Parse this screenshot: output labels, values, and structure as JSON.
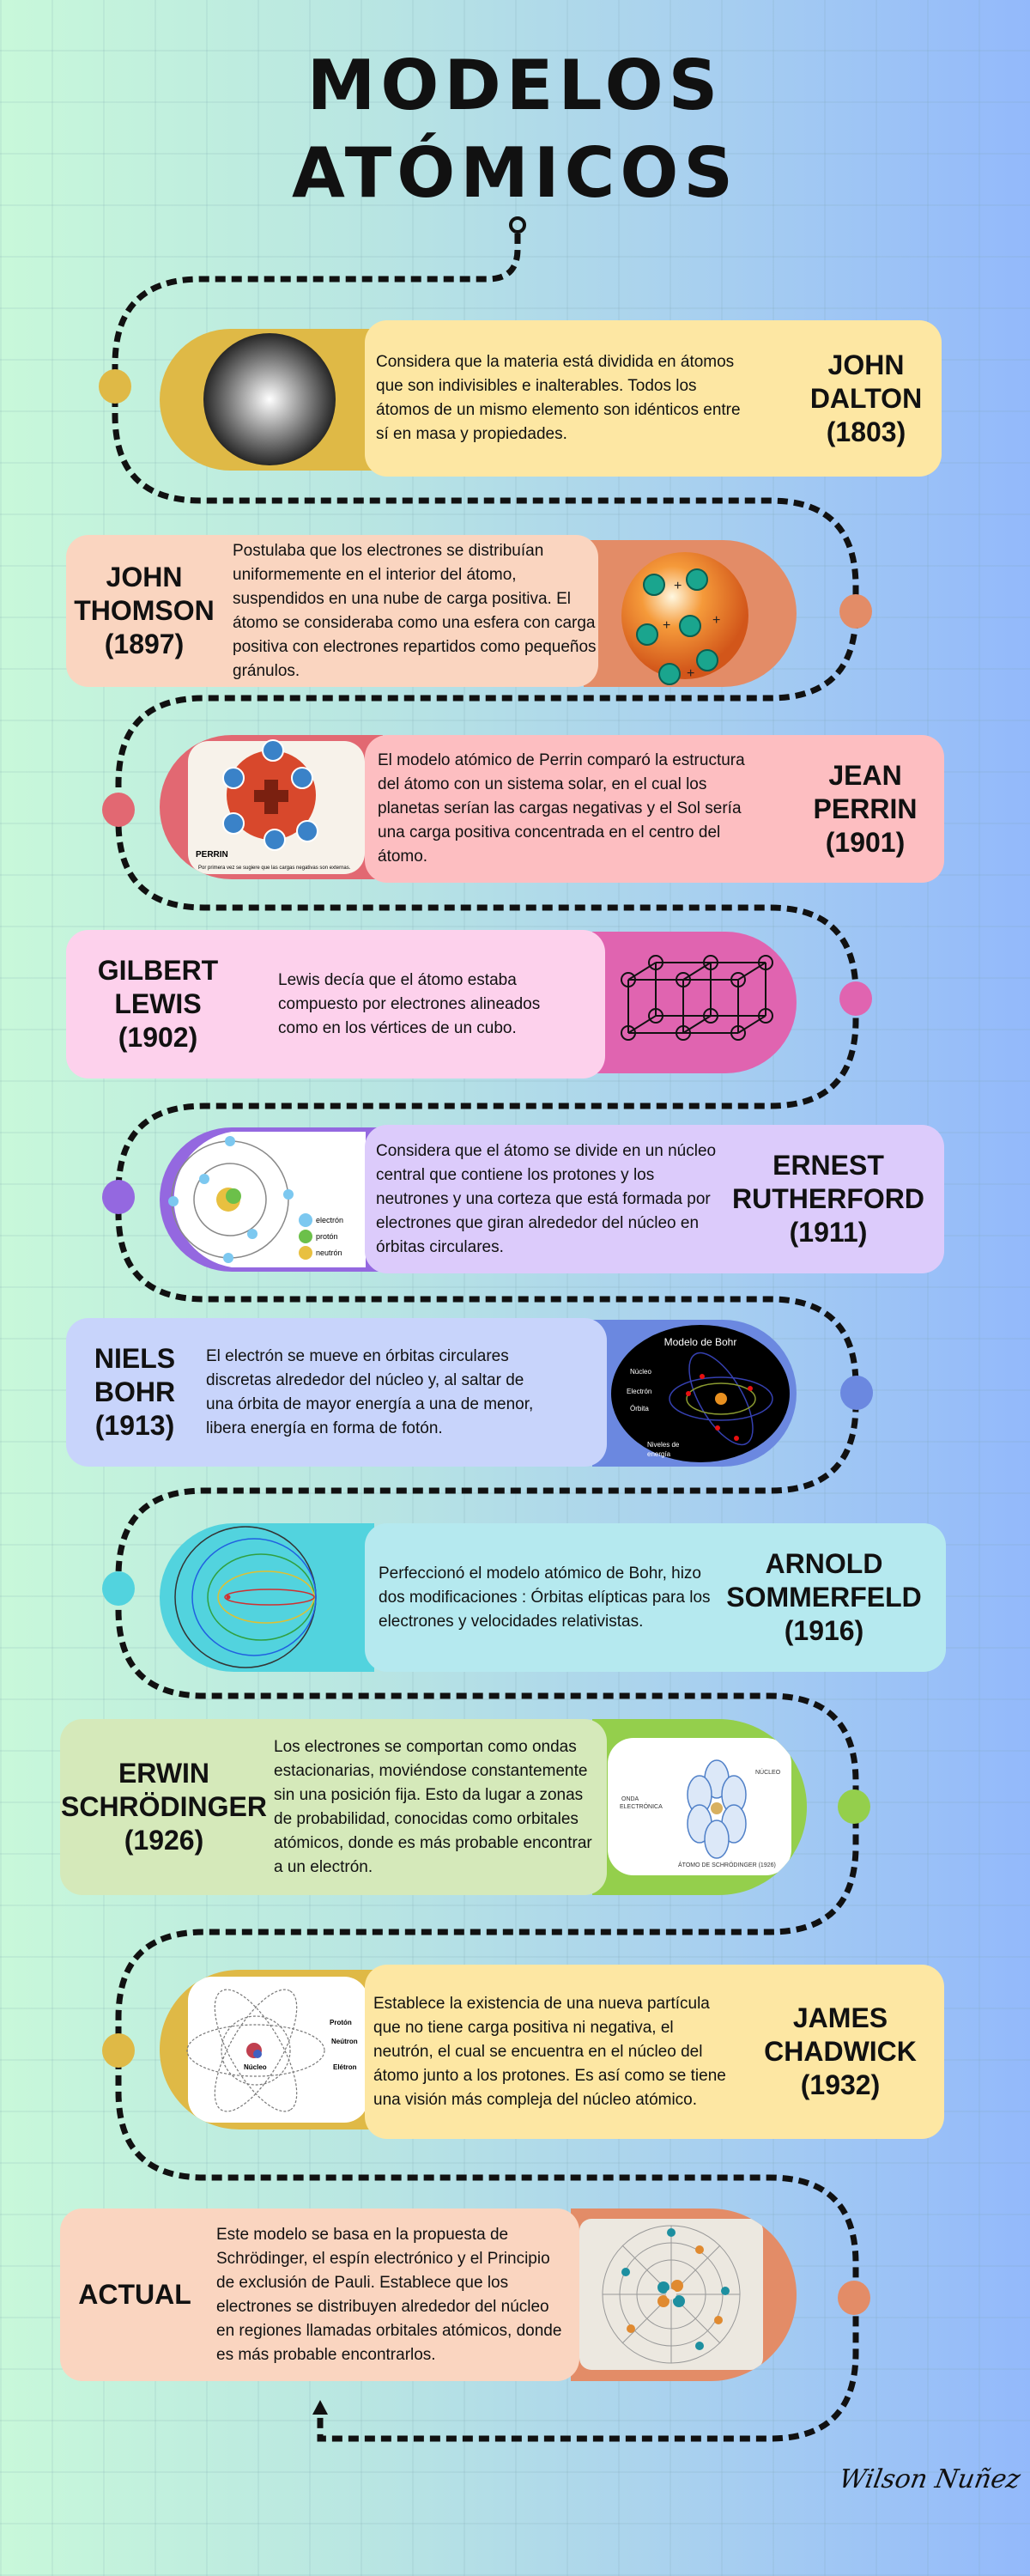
{
  "title": {
    "line1": "MODELOS",
    "line2": "ATÓMICOS"
  },
  "colors": {
    "dalton": "#dfb946",
    "thomson": "#e38c67",
    "perrin": "#e26872",
    "lewis": "#e064b0",
    "rutherford": "#9468e0",
    "bohr": "#6b88e0",
    "sommerfeld": "#52d3de",
    "schrodinger": "#94cf4c",
    "chadwick": "#dfb946",
    "actual": "#e38c67"
  },
  "models": [
    {
      "name1": "JOHN",
      "name2": "DALTON",
      "year": "(1803)",
      "text": "Considera que la materia está dividida en átomos que son indivisibles e inalterables. Todos los átomos de un mismo elemento son idénticos entre sí en masa y propiedades.",
      "image_icon": "solid-sphere-icon"
    },
    {
      "name1": "JOHN",
      "name2": "THOMSON",
      "year": "(1897)",
      "text": "Postulaba que los electrones se distribuían uniformemente en el interior del átomo, suspendidos en una nube de carga positiva. El átomo se consideraba como una esfera con carga positiva con electrones repartidos como pequeños gránulos.",
      "image_icon": "plum-pudding-icon"
    },
    {
      "name1": "JEAN",
      "name2": "PERRIN",
      "year": "(1901)",
      "text": "El modelo atómico de Perrin comparó la estructura del átomo con un sistema solar, en el cual los planetas serían las cargas negativas y el Sol sería una carga positiva concentrada en el centro del átomo.",
      "image_icon": "perrin-atom-icon",
      "image_label": "PERRIN",
      "image_caption": "Por primera vez se sugiere que las cargas negativas son externas."
    },
    {
      "name1": "GILBERT",
      "name2": "LEWIS",
      "year": "(1902)",
      "text": "Lewis decía que el átomo estaba compuesto por electrones alineados como en los vértices de un cubo.",
      "image_icon": "cubic-atom-icon"
    },
    {
      "name1": "ERNEST",
      "name2": "RUTHERFORD",
      "year": "(1911)",
      "text": "Considera que el átomo se divide en un núcleo central que contiene los protones y los neutrones y una corteza que está formada por electrones que giran alrededor del núcleo en órbitas circulares.",
      "image_icon": "rutherford-atom-icon",
      "legend": [
        "electrón",
        "protón",
        "neutrón"
      ]
    },
    {
      "name1": "NIELS",
      "name2": "BOHR",
      "year": "(1913)",
      "text": "El electrón se mueve en órbitas circulares discretas alrededor del núcleo y, al saltar de una órbita de mayor energía a una de menor, libera energía en forma de fotón.",
      "image_icon": "bohr-atom-icon",
      "image_title": "Modelo de Bohr",
      "labels": [
        "Núcleo",
        "Electrón",
        "Órbita",
        "Niveles de",
        "energía"
      ]
    },
    {
      "name1": "ARNOLD",
      "name2": "SOMMERFELD",
      "year": "(1916)",
      "text": "Perfeccionó el modelo atómico de Bohr, hizo dos modificaciones : Órbitas elípticas para los electrones y velocidades relativistas.",
      "image_icon": "elliptical-orbits-icon"
    },
    {
      "name1": "ERWIN",
      "name2": "SCHRÖDINGER",
      "year": "(1926)",
      "text": "Los electrones se comportan como ondas estacionarias, moviéndose constantemente sin una posición fija. Esto da lugar a zonas de probabilidad, conocidas como orbitales atómicos, donde es más probable encontrar a un electrón.",
      "image_icon": "wave-atom-icon",
      "labels": [
        "NÚCLEO",
        "ONDA",
        "ELECTRÓNICA",
        "ÁTOMO DE SCHRÖDINGER (1926)"
      ]
    },
    {
      "name1": "JAMES",
      "name2": "CHADWICK",
      "year": "(1932)",
      "text": "Establece la existencia de una nueva partícula que no tiene carga positiva ni negativa, el neutrón, el cual se encuentra en el núcleo del átomo junto a los protones. Es así como se tiene una visión más compleja del núcleo atómico.",
      "image_icon": "chadwick-atom-icon",
      "labels": [
        "Protón",
        "Neútron",
        "Elétron",
        "Núcleo"
      ]
    },
    {
      "name1": "ACTUAL",
      "name2": "",
      "year": "",
      "text": "Este modelo se basa en la propuesta de Schrödinger, el espín electrónico y el Principio de exclusión de Pauli. Establece que los electrones se distribuyen alrededor del núcleo en regiones llamadas orbitales atómicos, donde es más probable encontrarlos.",
      "image_icon": "quantum-atom-icon"
    }
  ],
  "signature": "Wilson Nuñez"
}
